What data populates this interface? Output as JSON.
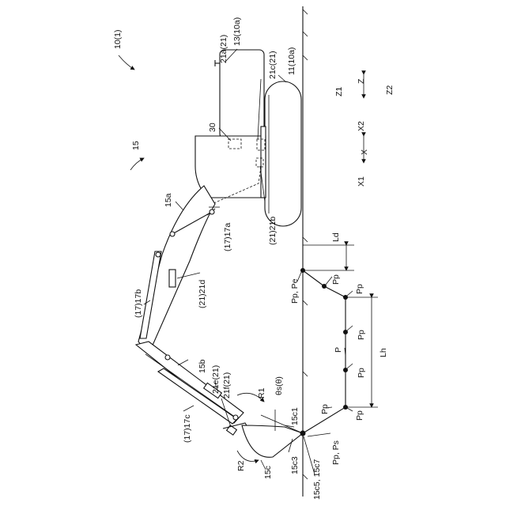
{
  "labels": {
    "excavator": "10(1)",
    "front": "15",
    "hood": "13(10a)",
    "antenna": "21a(21)",
    "sensor_21c": "21c(21)",
    "track": "11(10a)",
    "controller": "30",
    "boom": "15a",
    "boom_cylinder": "(17)17a",
    "sensor_21b": "(21)21b",
    "arm_cylinder": "(17)17b",
    "sensor_21d": "(21)21d",
    "arm": "15b",
    "sensor_21e": "21e(21)",
    "sensor_21f": "21f(21)",
    "bucket_cylinder": "(17)17c",
    "r1": "R1",
    "theta": "θs(θ)",
    "c1": "15c1",
    "r2": "R2",
    "bucket": "15c",
    "c3": "15c3",
    "tip": "15c5, 15c7",
    "pp_ps": "Pp, Ps",
    "pp_pe": "Pp, Pe",
    "pp": "Pp",
    "p": "P",
    "ld": "Ld",
    "lh": "Lh",
    "z1": "Z1",
    "z": "Z",
    "z2": "Z2",
    "x2": "X2",
    "x": "X",
    "x1": "X1"
  }
}
